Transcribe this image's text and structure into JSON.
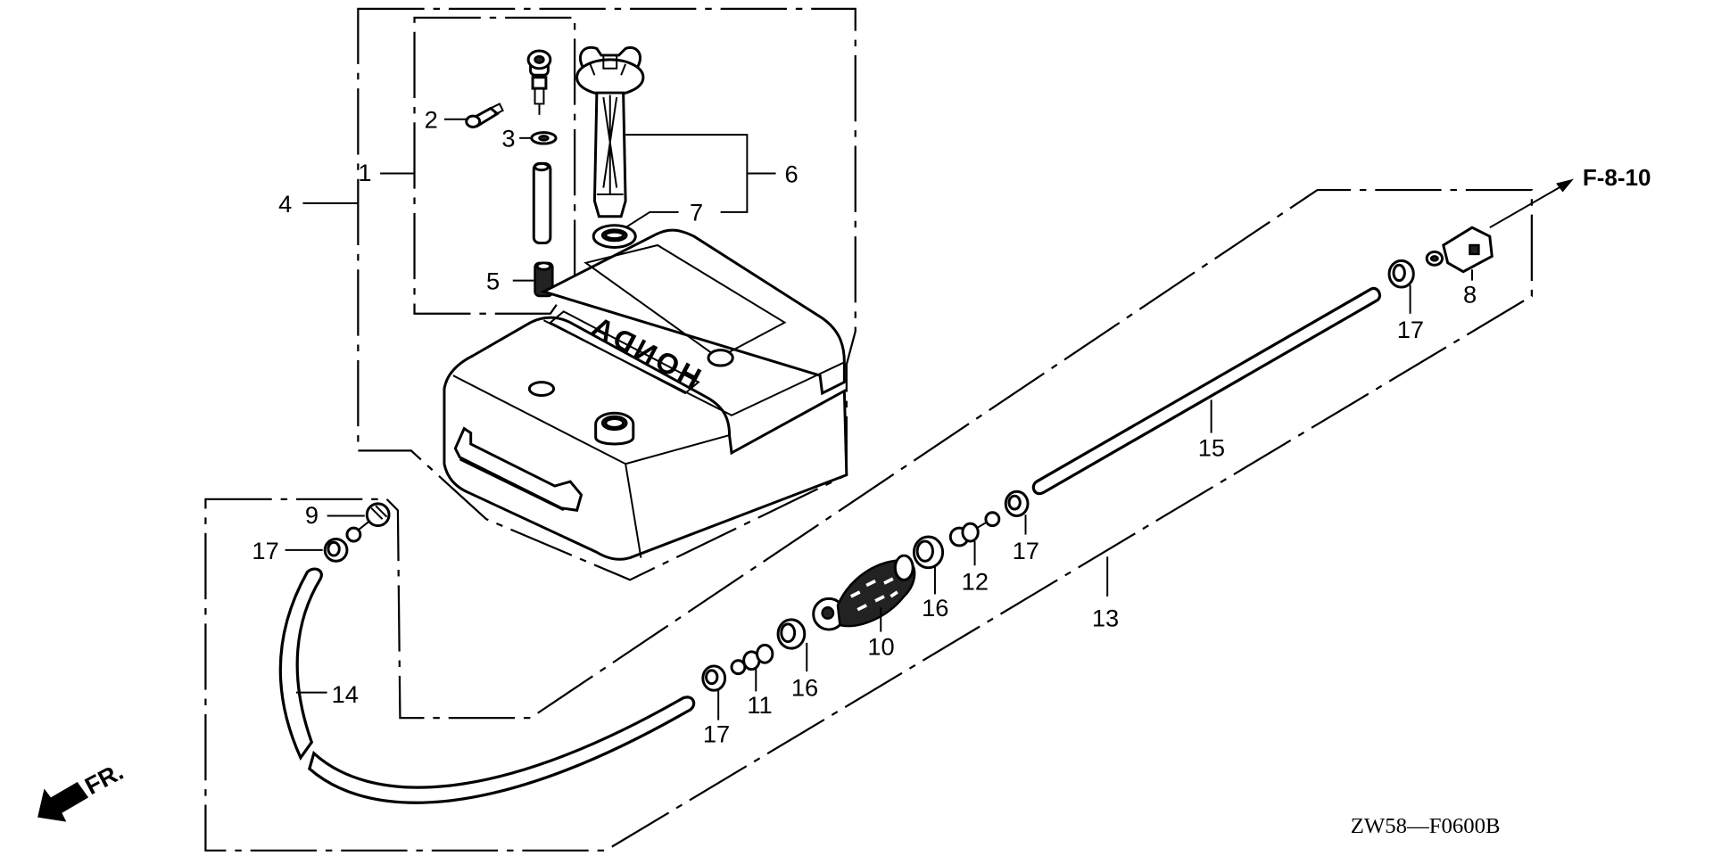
{
  "diagram": {
    "type": "exploded-parts-diagram",
    "subject": "Portable fuel tank assembly",
    "diagram_code": "ZW58—F0600B",
    "cross_reference": "F-8-10",
    "direction_indicator": "FR.",
    "tank_logo": "HONDA",
    "callouts": [
      {
        "id": "1",
        "label": "1"
      },
      {
        "id": "2",
        "label": "2"
      },
      {
        "id": "3",
        "label": "3"
      },
      {
        "id": "4",
        "label": "4"
      },
      {
        "id": "5",
        "label": "5"
      },
      {
        "id": "6",
        "label": "6"
      },
      {
        "id": "7",
        "label": "7"
      },
      {
        "id": "8",
        "label": "8"
      },
      {
        "id": "9",
        "label": "9"
      },
      {
        "id": "10",
        "label": "10"
      },
      {
        "id": "11",
        "label": "11"
      },
      {
        "id": "12",
        "label": "12"
      },
      {
        "id": "13",
        "label": "13"
      },
      {
        "id": "14",
        "label": "14"
      },
      {
        "id": "15",
        "label": "15"
      },
      {
        "id": "16a",
        "label": "16"
      },
      {
        "id": "16b",
        "label": "16"
      },
      {
        "id": "17a",
        "label": "17"
      },
      {
        "id": "17b",
        "label": "17"
      },
      {
        "id": "17c",
        "label": "17"
      },
      {
        "id": "17d",
        "label": "17"
      }
    ]
  }
}
